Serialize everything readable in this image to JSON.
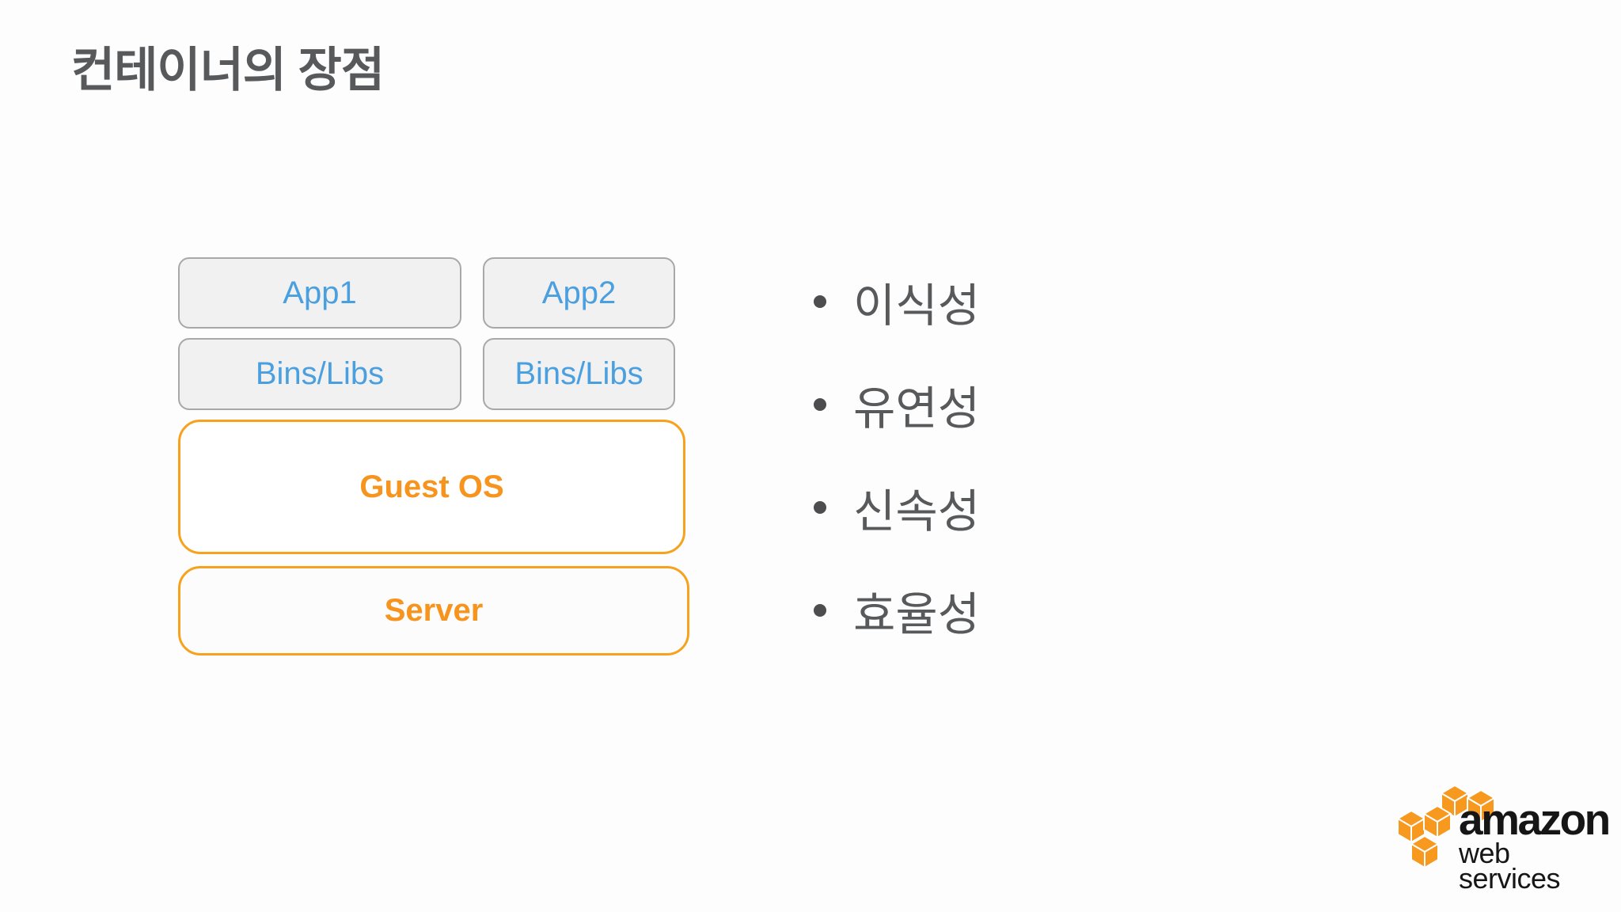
{
  "title": "컨테이너의 장점",
  "diagram": {
    "columns": [
      {
        "app": "App1",
        "bins": "Bins/Libs"
      },
      {
        "app": "App2",
        "bins": "Bins/Libs"
      }
    ],
    "guest_os": "Guest OS",
    "server": "Server"
  },
  "bullets": [
    "이식성",
    "유연성",
    "신속성",
    "효율성"
  ],
  "logo": {
    "brand": "amazon",
    "sub": "web services"
  },
  "colors": {
    "title_text": "#58595B",
    "bullet_text": "#58595B",
    "app_label_blue": "#4A9FDF",
    "gray_box_fill": "#F1F1F2",
    "gray_box_border": "#A7A8AA",
    "orange_box_border": "#F7A21C",
    "orange_label": "#F7941D",
    "logo_cube_orange": "#F7981F",
    "logo_text_black": "#161616"
  }
}
